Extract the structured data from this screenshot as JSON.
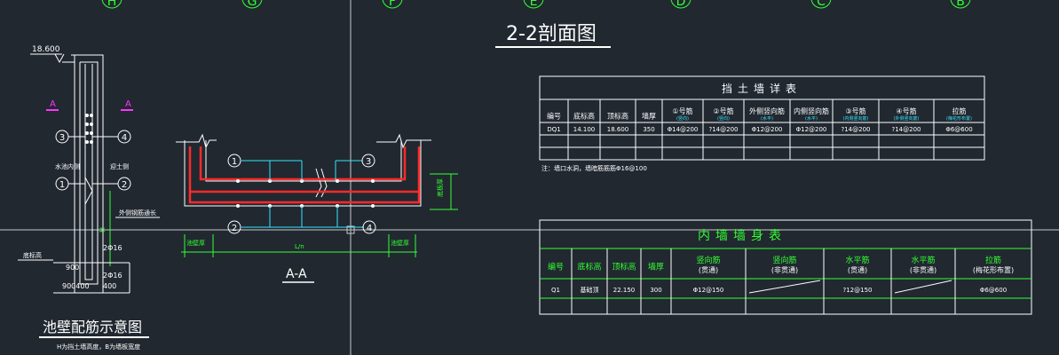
{
  "axis_labels": [
    "H",
    "G",
    "F",
    "E",
    "D",
    "C",
    "B"
  ],
  "colors": {
    "background": "#212830",
    "line": "#ffffff",
    "rebar": "#ff2a2a",
    "dim": "#33ff33",
    "cyan": "#33e6ff",
    "magenta": "#ff33ff",
    "yellow": "#ffff33"
  },
  "section_title": "2-2剖面图",
  "wall_table": {
    "title": "挡土墙详表",
    "headers": [
      {
        "main": "编号",
        "sub": ""
      },
      {
        "main": "底标高",
        "sub": ""
      },
      {
        "main": "顶标高",
        "sub": ""
      },
      {
        "main": "墙厚",
        "sub": ""
      },
      {
        "main": "①号筋",
        "sub": "(竖向)"
      },
      {
        "main": "②号筋",
        "sub": "(竖向)"
      },
      {
        "main": "外侧竖向筋",
        "sub": "(水平)"
      },
      {
        "main": "内侧竖向筋",
        "sub": "(水平)"
      },
      {
        "main": "③号筋",
        "sub": "(内侧竖向筋)"
      },
      {
        "main": "④号筋",
        "sub": "(外侧竖向筋)"
      },
      {
        "main": "拉筋",
        "sub": "(梅花形布置)"
      }
    ],
    "rows": [
      [
        "DQ1",
        "14.100",
        "18.600",
        "350",
        "Φ14@200",
        "?14@200",
        "Φ12@200",
        "Φ12@200",
        "?14@200",
        "?14@200",
        "Φ6@600"
      ]
    ],
    "note": "注：墙口水洞，墙暗筋筋筋Φ16@100"
  },
  "inner_table": {
    "title": "内墙墙身表",
    "headers": [
      {
        "main": "编号",
        "sub": ""
      },
      {
        "main": "底标高",
        "sub": ""
      },
      {
        "main": "顶标高",
        "sub": ""
      },
      {
        "main": "墙厚",
        "sub": ""
      },
      {
        "main": "竖向筋",
        "sub": "(贯通)"
      },
      {
        "main": "竖向筋",
        "sub": "(非贯通)"
      },
      {
        "main": "水平筋",
        "sub": "(贯通)"
      },
      {
        "main": "水平筋",
        "sub": "(非贯通)"
      },
      {
        "main": "拉筋",
        "sub": "(梅花形布置)"
      }
    ],
    "rows": [
      [
        "Q1",
        "基础顶",
        "22.150",
        "300",
        "Φ12@150",
        "",
        "?12@150",
        "",
        "Φ6@600"
      ]
    ]
  },
  "left_detail": {
    "elevation": "18.600",
    "cut_label": "A",
    "markers": [
      "3",
      "4",
      "1",
      "2"
    ],
    "label_water": "水池内侧",
    "label_soil": "迎土侧",
    "label_outside": "外侧钢筋通长",
    "label_bottom": "底标高",
    "dim_a": "2Φ16",
    "dim_b": "2Φ16",
    "dim_900": "900",
    "dim_9004": "900400",
    "dim_400": "400",
    "title": "池壁配筋示意图",
    "subtitle": "H为挡土墙高度，B为墙板宽度"
  },
  "section_aa": {
    "markers": [
      "1",
      "3",
      "2",
      "4"
    ],
    "dim_left": "池壁厚",
    "dim_right": "池壁厚",
    "dim_mid": "L/n",
    "dim_side": "底板厚",
    "title": "A-A"
  }
}
